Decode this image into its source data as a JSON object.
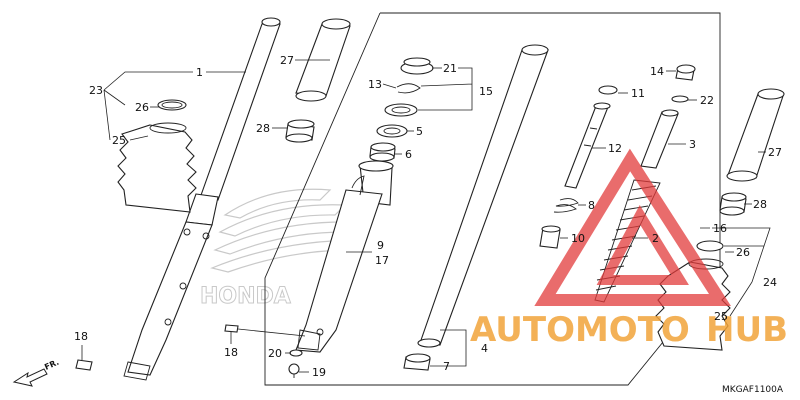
{
  "diagram": {
    "code": "MKGAF1100A",
    "direction_label": "FR.",
    "labels": {
      "p1": "1",
      "p2": "2",
      "p3": "3",
      "p4": "4",
      "p5": "5",
      "p6": "6",
      "p7": "7",
      "p8": "8",
      "p9": "9",
      "p10": "10",
      "p11": "11",
      "p12": "12",
      "p13": "13",
      "p14": "14",
      "p15": "15",
      "p16": "16",
      "p17": "17",
      "p18a": "18",
      "p18b": "18",
      "p19": "19",
      "p20": "20",
      "p21": "21",
      "p22": "22",
      "p23": "23",
      "p24": "24",
      "p25a": "25",
      "p25b": "25",
      "p26a": "26",
      "p26b": "26",
      "p27a": "27",
      "p27b": "27",
      "p28a": "28",
      "p28b": "28"
    }
  },
  "watermark": {
    "word_left": "AUTOMOTO",
    "word_right": "HUB",
    "color_red": "#e23b3b",
    "color_orange": "#f2a43a"
  },
  "ghost_logo": "HONDA"
}
